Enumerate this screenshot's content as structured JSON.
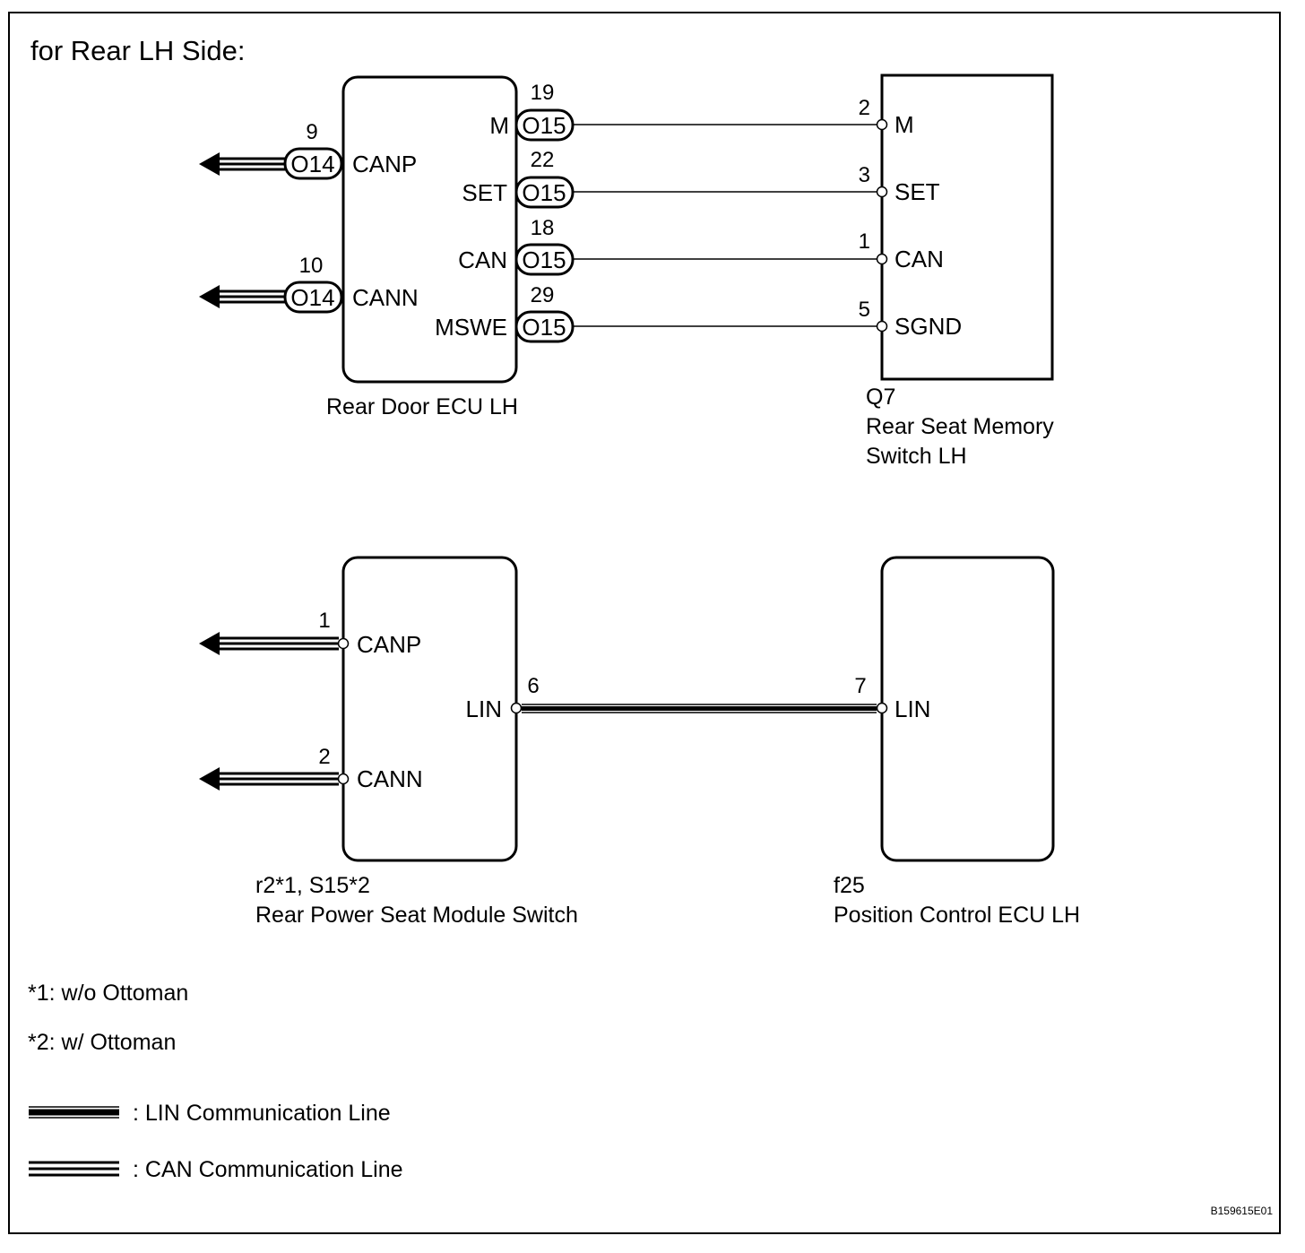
{
  "title": "for Rear LH Side:",
  "ecu_upper": {
    "name": "Rear Door ECU LH",
    "left_pins": [
      {
        "number": "9",
        "connector": "O14",
        "label": "CANP"
      },
      {
        "number": "10",
        "connector": "O14",
        "label": "CANN"
      }
    ],
    "right_pins": [
      {
        "number": "19",
        "connector": "O15",
        "label": "M"
      },
      {
        "number": "22",
        "connector": "O15",
        "label": "SET"
      },
      {
        "number": "18",
        "connector": "O15",
        "label": "CAN"
      },
      {
        "number": "29",
        "connector": "O15",
        "label": "MSWE"
      }
    ]
  },
  "memory_switch": {
    "code": "Q7",
    "name_line1": "Rear Seat Memory",
    "name_line2": "Switch LH",
    "pins": [
      {
        "number": "2",
        "label": "M"
      },
      {
        "number": "3",
        "label": "SET"
      },
      {
        "number": "1",
        "label": "CAN"
      },
      {
        "number": "5",
        "label": "SGND"
      }
    ]
  },
  "seat_module": {
    "code": "r2*1, S15*2",
    "name": "Rear Power Seat Module Switch",
    "left_pins": [
      {
        "number": "1",
        "label": "CANP"
      },
      {
        "number": "2",
        "label": "CANN"
      }
    ],
    "lin_pin": {
      "number": "6",
      "label": "LIN"
    }
  },
  "position_ecu": {
    "code": "f25",
    "name": "Position Control ECU LH",
    "lin_pin": {
      "number": "7",
      "label": "LIN"
    }
  },
  "notes": [
    "*1: w/o Ottoman",
    "*2: w/ Ottoman"
  ],
  "legend": {
    "lin": ": LIN Communication Line",
    "can": ": CAN Communication Line"
  },
  "figure_id": "B159615E01"
}
